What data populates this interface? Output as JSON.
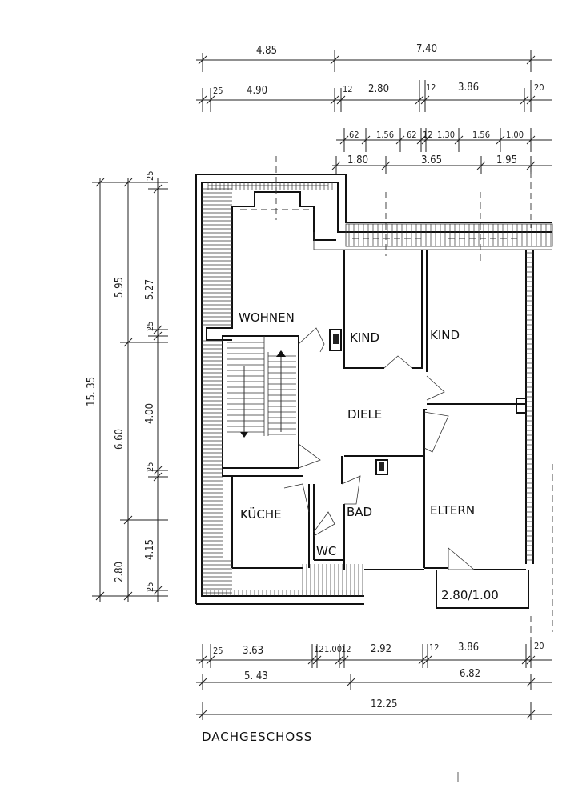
{
  "plan_title": "DACHGESCHOSS",
  "rooms": {
    "wohnen": "WOHNEN",
    "kind1": "KIND",
    "kind2": "KIND",
    "diele": "DIELE",
    "kueche": "KÜCHE",
    "bad": "BAD",
    "wc": "WC",
    "eltern": "ELTERN"
  },
  "door_label": "2.80/1.00",
  "dims_top": {
    "row1": [
      "4.85",
      "7.40"
    ],
    "row2": [
      "25",
      "4.90",
      "12",
      "2.80",
      "12",
      "3.86",
      "20"
    ],
    "row3": [
      "62",
      "1.56",
      "62",
      "12",
      "1.30",
      "1.56",
      "1.00"
    ],
    "row4": [
      "1.80",
      "3.65",
      "1.95"
    ]
  },
  "dims_bottom": {
    "row1": [
      "25",
      "3.63",
      "12",
      "1.00",
      "12",
      "2.92",
      "12",
      "3.86",
      "20"
    ],
    "row2": [
      "5. 43",
      "6.82"
    ],
    "row3": [
      "12.25"
    ]
  },
  "dims_left": {
    "total": "15. 35",
    "outer": [
      "5.95",
      "6.60",
      "2.80"
    ],
    "inner": [
      "25",
      "5.27",
      "25",
      "4.00",
      "25",
      "4.15",
      "25"
    ]
  }
}
